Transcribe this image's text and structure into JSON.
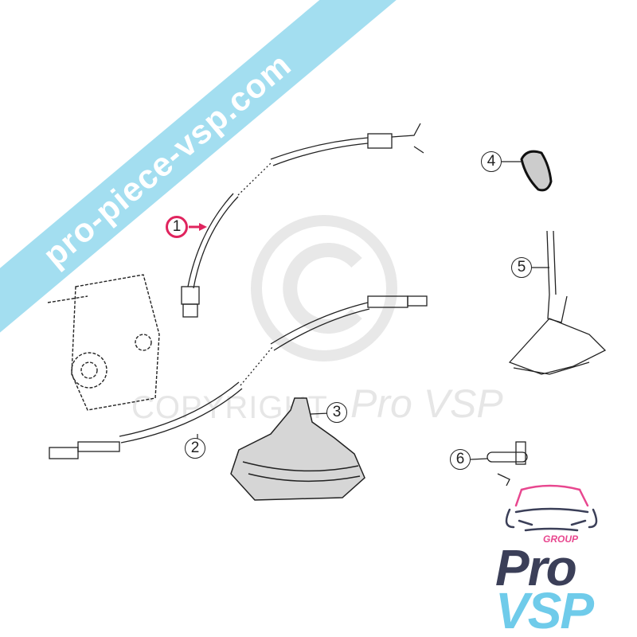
{
  "watermark": {
    "url": "pro-piece-vsp.com",
    "copyright": "COPYRIGHT",
    "brand": "Pro VSP"
  },
  "callouts": [
    "1",
    "2",
    "3",
    "4",
    "5",
    "6"
  ],
  "logo": {
    "group": "GROUP",
    "pro": "Pro",
    "vsp": "VSP"
  },
  "colors": {
    "banner": "#a3def0",
    "highlight": "#e0245e",
    "logo_dark": "#3b3f58",
    "logo_light": "#6fcbea",
    "logo_pink": "#e8478f"
  }
}
